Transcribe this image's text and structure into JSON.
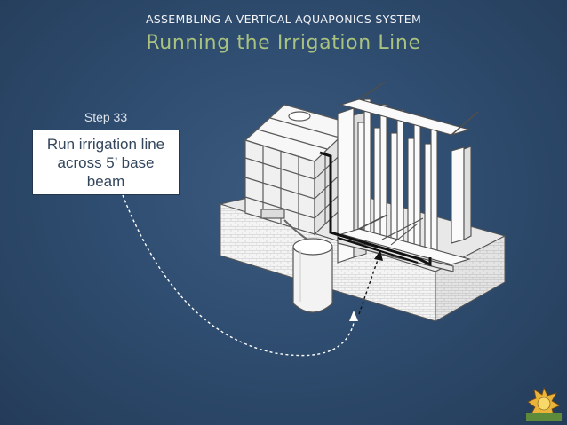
{
  "header": {
    "kicker": "ASSEMBLING A VERTICAL AQUAPONICS SYSTEM",
    "title": "Running the Irrigation Line"
  },
  "callout": {
    "step": "Step 33",
    "text": "Run irrigation line across 5’ base beam"
  },
  "colors": {
    "background": "#2f4d70",
    "title": "#a9c27f",
    "kicker": "#f2f4f7",
    "callout_bg": "#ffffff",
    "callout_text": "#33465c",
    "leader_line": "#ffffff"
  },
  "icons": {
    "corner_logo": "sun-logo-icon"
  }
}
